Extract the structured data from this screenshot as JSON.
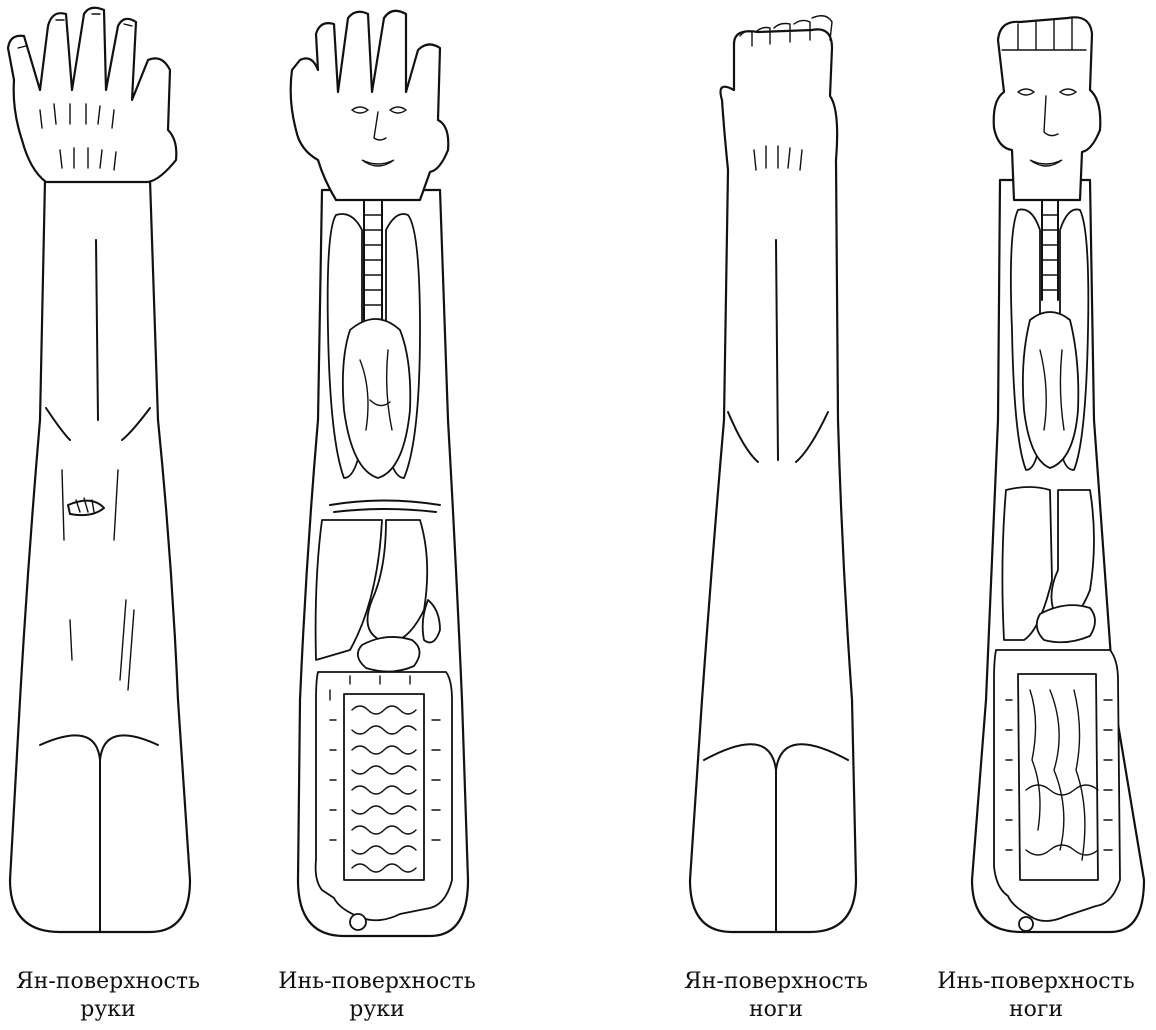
{
  "figures": [
    {
      "id": "yang-arm",
      "line1": "Ян-поверхность",
      "line2": "руки"
    },
    {
      "id": "yin-arm",
      "line1": "Инь-поверхность",
      "line2": "руки"
    },
    {
      "id": "yang-leg",
      "line1": "Ян-поверхность",
      "line2": "ноги"
    },
    {
      "id": "yin-leg",
      "line1": "Инь-поверхность",
      "line2": "ноги"
    }
  ]
}
